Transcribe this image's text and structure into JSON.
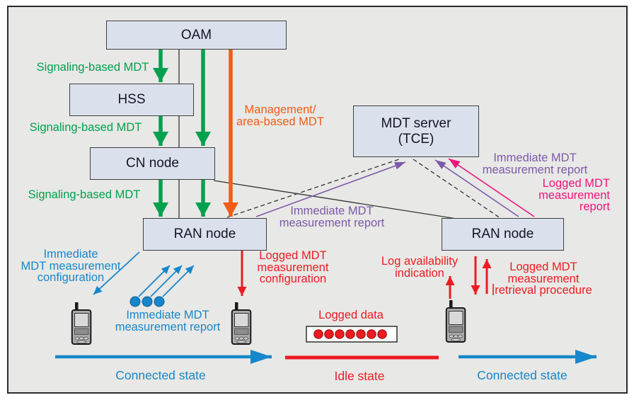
{
  "colors": {
    "green": "#00a14e",
    "orange": "#f25c19",
    "blue": "#1687ca",
    "red": "#ed1b22",
    "purple": "#7c5aa8",
    "pink": "#ed167d",
    "node_fill": "#dbe1ec",
    "node_border": "#3f3f3f",
    "background": "#e8e8e6"
  },
  "boxes": {
    "oam": "OAM",
    "hss": "HSS",
    "cn": "CN node",
    "ran_left": "RAN node",
    "ran_right": "RAN node",
    "mdt_server": "MDT server\n(TCE)"
  },
  "labels": {
    "signaling1": "Signaling-based MDT",
    "signaling2": "Signaling-based MDT",
    "signaling3": "Signaling-based MDT",
    "management": "Management/\narea-based MDT",
    "immediate_report_center": "Immediate MDT\nmeasurement report",
    "immediate_report_right": "Immediate MDT\nmeasurement report",
    "logged_report_right": "Logged MDT\nmeasurement\nreport",
    "immediate_config": "Immediate\nMDT measurement\nconfiguration",
    "immediate_report_blue": "Immediate MDT\nmeasurement report",
    "logged_config": "Logged MDT\nmeasurement\nconfiguration",
    "log_availability": "Log availability\nindication",
    "logged_retrieval": "Logged MDT\nmeasurement\nretrieval procedure",
    "logged_data": "Logged data",
    "state_connected_left": "Connected state",
    "state_idle": "Idle state",
    "state_connected_right": "Connected state"
  }
}
